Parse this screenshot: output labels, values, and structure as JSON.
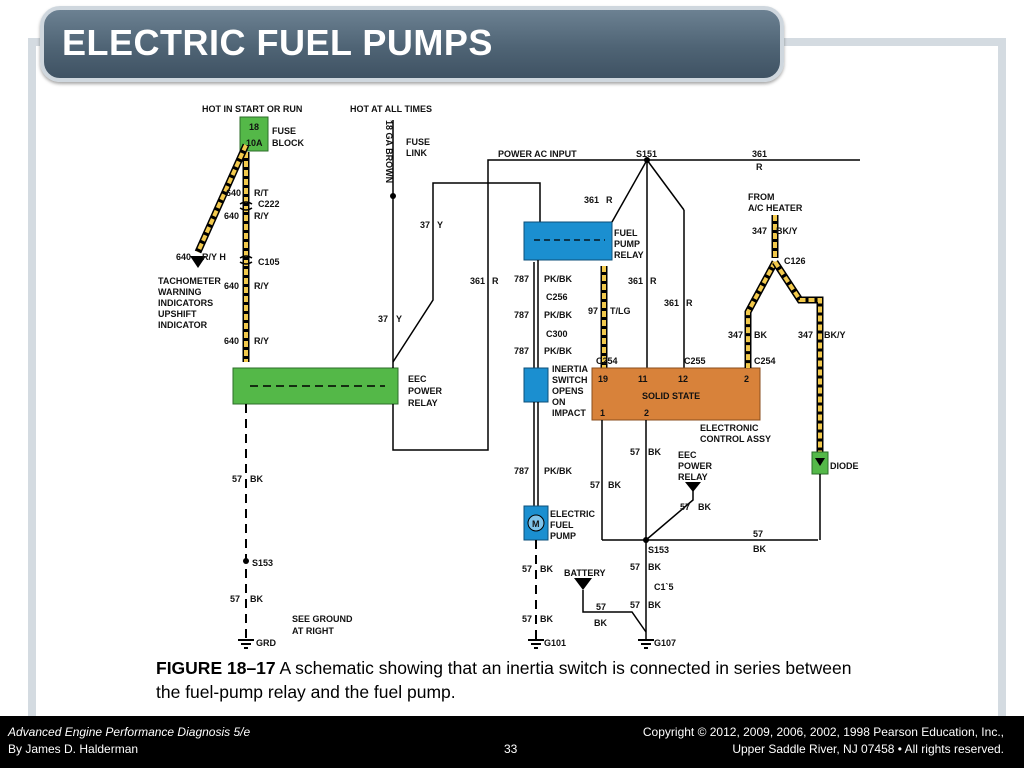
{
  "slide": {
    "title": "ELECTRIC FUEL PUMPS",
    "caption_label": "FIGURE 18–17",
    "caption_text": " A schematic showing that an inertia switch is connected in series between the fuel-pump relay and the fuel pump.",
    "footer": {
      "book": "Advanced Engine Performance Diagnosis 5/e",
      "author": "By James D. Halderman",
      "page": "33",
      "copyright": "Copyright © 2012, 2009, 2006, 2002, 1998 Pearson Education, Inc.,",
      "address": "Upper Saddle River, NJ 07458 • All rights reserved."
    }
  },
  "diagram": {
    "labels": {
      "hot_start_run": "HOT IN START OR RUN",
      "hot_all_times": "HOT AT ALL TIMES",
      "fuse_18": "18",
      "fuse_10a": "10A",
      "fuse_block": "FUSE",
      "fuse_block2": "BLOCK",
      "ga_brown": "18 GA BROWN",
      "fuse_link": "FUSE",
      "fuse_link2": "LINK",
      "power_ac": "POWER AC INPUT",
      "s151": "S151",
      "r361_top": "361",
      "r_top": "R",
      "from_ac": "FROM",
      "ac_heater": "A/C HEATER",
      "w640_rt": "640",
      "rt": "R/T",
      "c222": "C222",
      "w640_ry1": "640",
      "ry1": "R/Y",
      "w37y_1": "37",
      "y_1": "Y",
      "w361r_1": "361",
      "r_1": "R",
      "w347_bky1": "347",
      "bky1": "BK/Y",
      "w640_ryh": "640",
      "ryh": "R/Y H",
      "c105": "C105",
      "c126": "C126",
      "tach1": "TACHOMETER",
      "tach2": "WARNING",
      "tach3": "INDICATORS",
      "tach4": "UPSHIFT",
      "tach5": "INDICATOR",
      "w640_ry2": "640",
      "ry2": "R/Y",
      "w361r_2": "361",
      "r_2": "R",
      "w787_1": "787",
      "pkbk1": "PK/BK",
      "w361r_3": "361",
      "r_3": "R",
      "fpr1": "FUEL",
      "fpr2": "PUMP",
      "fpr3": "RELAY",
      "c256": "C256",
      "w361r_4": "361",
      "r_4": "R",
      "w37y_2": "37",
      "y_2": "Y",
      "w787_2": "787",
      "pkbk2": "PK/BK",
      "w97": "97",
      "tlg": "T/LG",
      "c300": "C300",
      "w640_ry3": "640",
      "ry3": "R/Y",
      "w787_3": "787",
      "pkbk3": "PK/BK",
      "w347_bk": "347",
      "bk_347": "BK",
      "w347_bky2": "347",
      "bky2": "BK/Y",
      "c254a": "C254",
      "c255": "C255",
      "c254b": "C254",
      "eec1": "EEC",
      "eec2": "POWER",
      "eec3": "RELAY",
      "inertia1": "INERTIA",
      "inertia2": "SWITCH",
      "inertia3": "OPENS",
      "inertia4": "ON",
      "inertia5": "IMPACT",
      "pin19": "19",
      "pin11": "11",
      "pin12": "12",
      "pin2": "2",
      "solid_state": "SOLID STATE",
      "pin1": "1",
      "pin2b": "2",
      "eca1": "ELECTRONIC",
      "eca2": "CONTROL ASSY",
      "w57bk_1": "57",
      "bk_1": "BK",
      "eecr1": "EEC",
      "eecr2": "POWER",
      "eecr3": "RELAY",
      "diode": "DIODE",
      "w57bk_2": "57",
      "bk_2": "BK",
      "w787_4": "787",
      "pkbk4": "PK/BK",
      "w57bk_3": "57",
      "bk_3": "BK",
      "w57bk_4": "57",
      "bk_4": "BK",
      "ep1": "ELECTRIC",
      "ep2": "FUEL",
      "ep3": "PUMP",
      "w57_5": "57",
      "bk_5": "BK",
      "motor": "M",
      "s153a": "S153",
      "s153b": "S153",
      "w57bk_6": "57",
      "bk_6": "BK",
      "battery": "BATTERY",
      "w57bk_7": "57",
      "bk_7": "BK",
      "c175": "C1`5",
      "w57bk_8": "57",
      "bk_8": "BK",
      "w57_9": "57",
      "bk_9": "BK",
      "w57bk_10": "57",
      "bk_10": "BK",
      "see_ground": "SEE GROUND",
      "at_right": "AT RIGHT",
      "w57bk_11": "57",
      "bk_11": "BK",
      "grd": "GRD",
      "g101": "G101",
      "g107": "G107"
    },
    "colors": {
      "green": "#54b848",
      "blue": "#1b8fd0",
      "orange": "#d8823a",
      "wire_yellow": "#f2c94c"
    }
  }
}
